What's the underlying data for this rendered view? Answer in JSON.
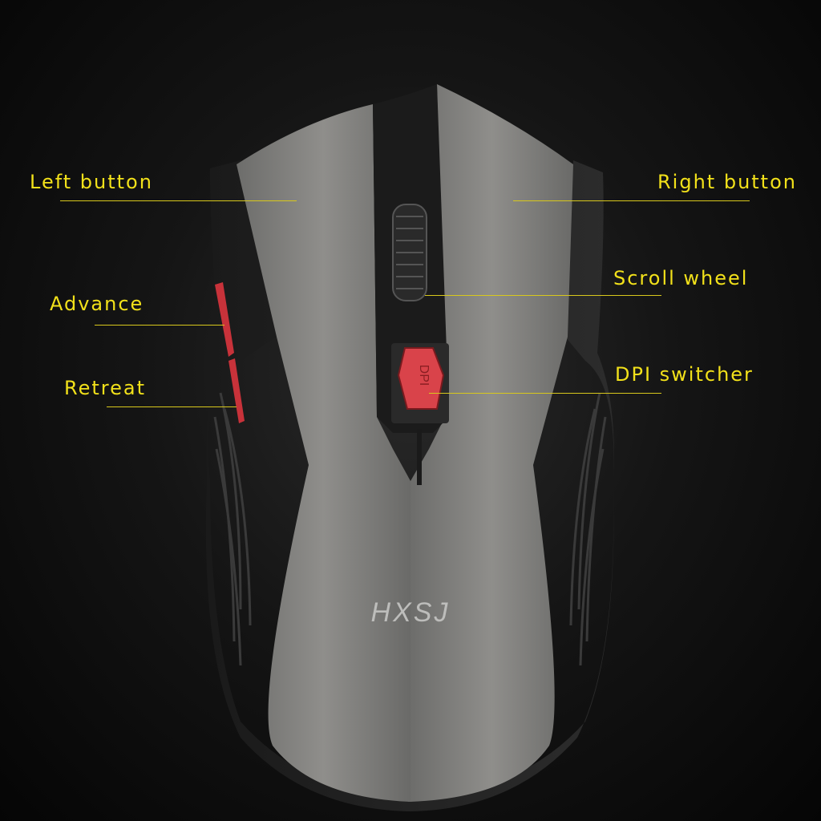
{
  "brand_logo": "HXSJ",
  "dpi_button_text": "DPI",
  "accent_color": "#f2e11a",
  "callouts": [
    {
      "label": "Left button"
    },
    {
      "label": "Right button"
    },
    {
      "label": "Scroll wheel"
    },
    {
      "label": "Advance"
    },
    {
      "label": "Retreat"
    },
    {
      "label": "DPI switcher"
    }
  ]
}
